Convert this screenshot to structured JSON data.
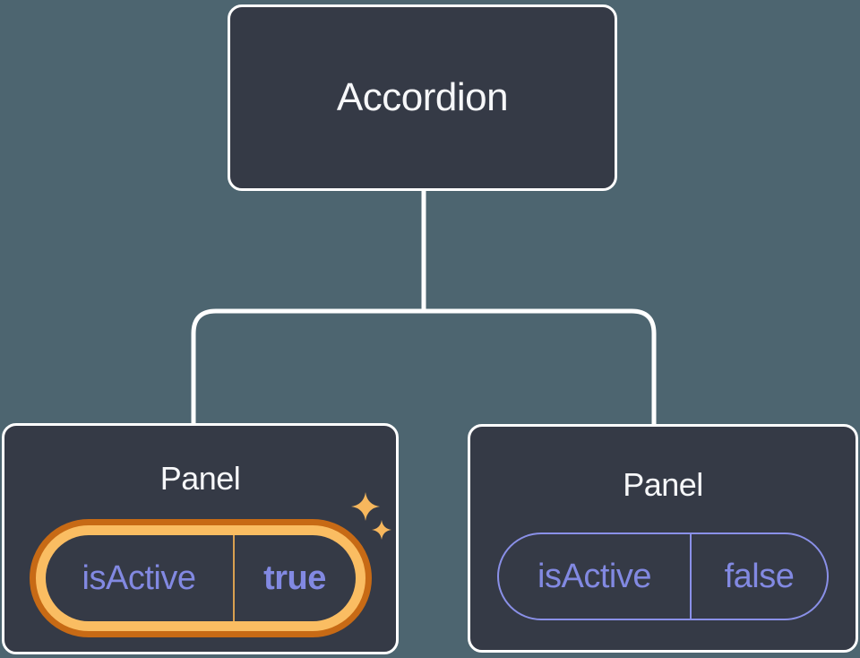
{
  "tree": {
    "root": {
      "label": "Accordion"
    },
    "children": [
      {
        "title": "Panel",
        "state": {
          "name": "isActive",
          "value": "true"
        },
        "highlighted": true
      },
      {
        "title": "Panel",
        "state": {
          "name": "isActive",
          "value": "false"
        },
        "highlighted": false
      }
    ]
  },
  "icons": {
    "highlight": "sparkles-icon"
  },
  "colors": {
    "background": "#4d6570",
    "node_fill": "#353a46",
    "node_border": "#ffffff",
    "title_text": "#f6f7f9",
    "state_text": "#8289e2",
    "state_pill_border": "#8a90e8",
    "highlight_ring_outer": "#c76a15",
    "highlight_ring_inner": "#fabd62",
    "highlight_divider": "#d9a050",
    "sparkle": "#f7b75d",
    "connector": "#ffffff"
  }
}
